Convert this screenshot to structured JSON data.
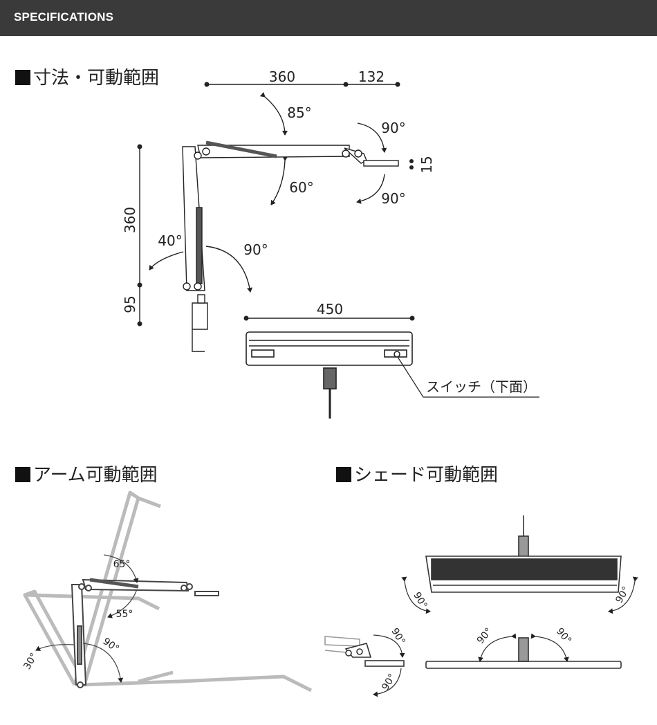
{
  "header": {
    "title": "SPECIFICATIONS"
  },
  "sections": {
    "dimensions": {
      "title": "寸法・可動範囲"
    },
    "arm": {
      "title": "アーム可動範囲"
    },
    "shade": {
      "title": "シェード可動範囲"
    }
  },
  "dimensions": {
    "top_arm_length": "360",
    "head_length": "132",
    "lower_arm_length": "360",
    "base_height": "95",
    "shade_width": "450",
    "head_thickness": "15",
    "angle_top_up": "85°",
    "angle_top_down": "60°",
    "angle_head_up": "90°",
    "angle_head_down": "90°",
    "angle_lower_back": "40°",
    "angle_lower_fwd": "90°",
    "switch_label": "スイッチ（下面）"
  },
  "arm_range": {
    "angle_upper": "65°",
    "angle_mid": "55°",
    "angle_back": "30°",
    "angle_fwd": "90°"
  },
  "shade_range": {
    "angle_left": "90°",
    "angle_right": "90°",
    "side_up": "90°",
    "side_down": "90°",
    "front_left": "90°",
    "front_right": "90°"
  }
}
